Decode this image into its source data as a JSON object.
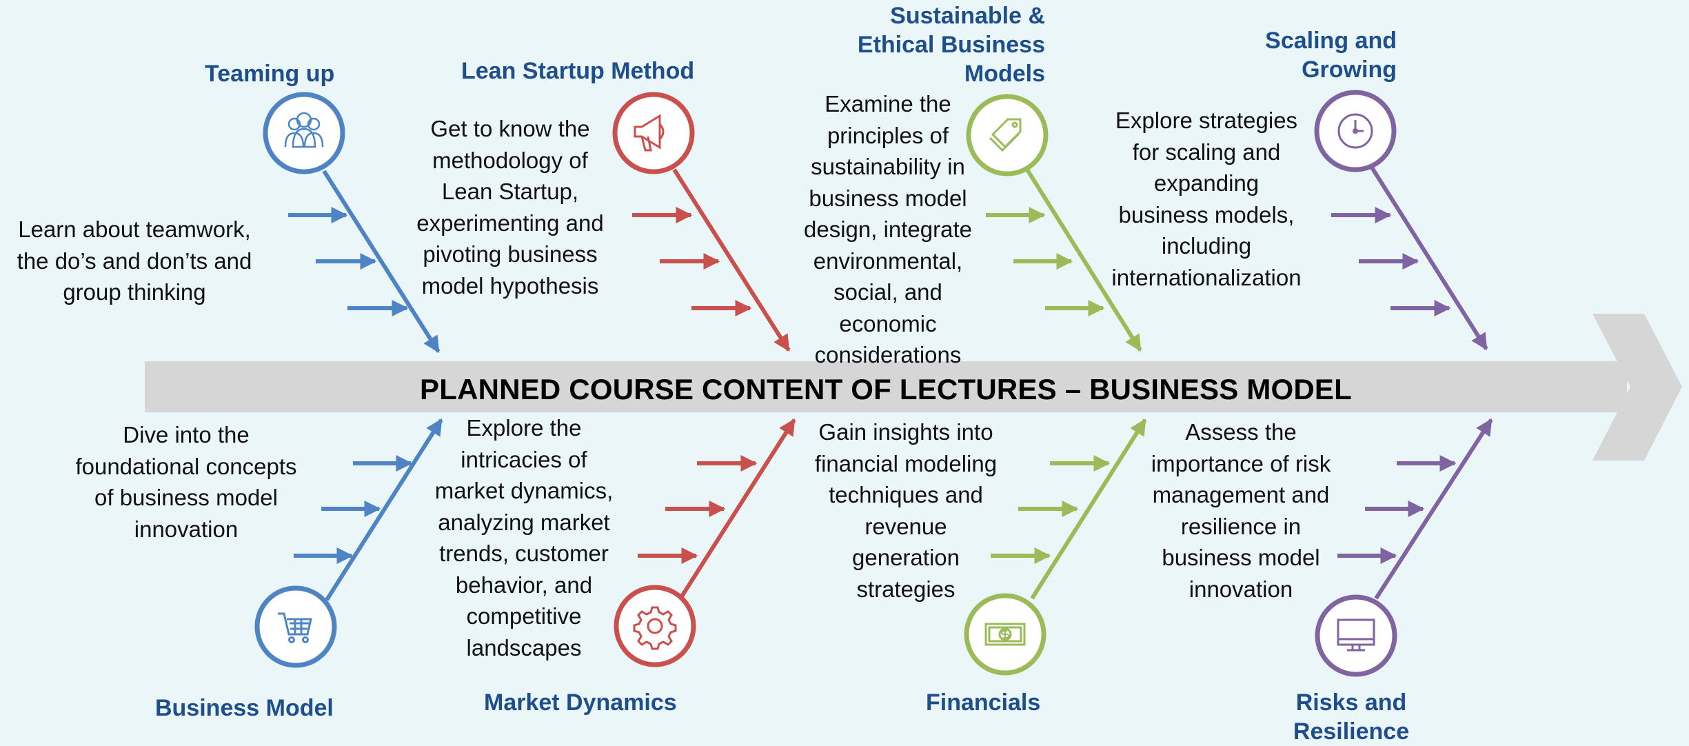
{
  "center_title": "PLANNED COURSE CONTENT OF LECTURES – BUSINESS MODEL",
  "colors": {
    "blue": "#4f84c4",
    "red": "#c9504d",
    "green": "#9bbb59",
    "purple": "#8064a2",
    "title_text": "#1f4e8c",
    "spine": "#d6d6d6",
    "background": "#eaf6f8"
  },
  "topics": {
    "teaming_up": {
      "title": "Teaming up",
      "description": "Learn about teamwork,\nthe do’s and don’ts and\ngroup thinking",
      "icon": "people-group-icon"
    },
    "lean_startup": {
      "title": "Lean Startup Method",
      "description": "Get to know the\nmethodology of\nLean Startup,\nexperimenting and\npivoting business\nmodel hypothesis",
      "icon": "megaphone-icon"
    },
    "sustainable": {
      "title": "Sustainable &\nEthical Business\nModels",
      "description": "Examine the\nprinciples of\nsustainability in\nbusiness model\ndesign, integrate\nenvironmental,\nsocial, and\neconomic\nconsiderations",
      "icon": "price-tag-icon"
    },
    "scaling": {
      "title": "Scaling and\nGrowing",
      "description": "Explore strategies\nfor scaling and\nexpanding\nbusiness models,\nincluding\ninternationalization",
      "icon": "clock-icon"
    },
    "business_model": {
      "title": "Business Model",
      "description": "Dive into the\nfoundational concepts\nof business model\ninnovation",
      "icon": "shopping-cart-icon"
    },
    "market_dynamics": {
      "title": "Market Dynamics",
      "description": "Explore the\nintricacies of\nmarket dynamics,\nanalyzing market\ntrends, customer\nbehavior, and\ncompetitive\nlandscapes",
      "icon": "gear-icon"
    },
    "financials": {
      "title": "Financials",
      "description": "Gain insights into\nfinancial modeling\ntechniques and\nrevenue\ngeneration\nstrategies",
      "icon": "banknote-icon"
    },
    "risks": {
      "title": "Risks and\nResilience",
      "description": "Assess the\nimportance of risk\nmanagement and\nresilience in\nbusiness model\ninnovation",
      "icon": "monitor-icon"
    }
  }
}
